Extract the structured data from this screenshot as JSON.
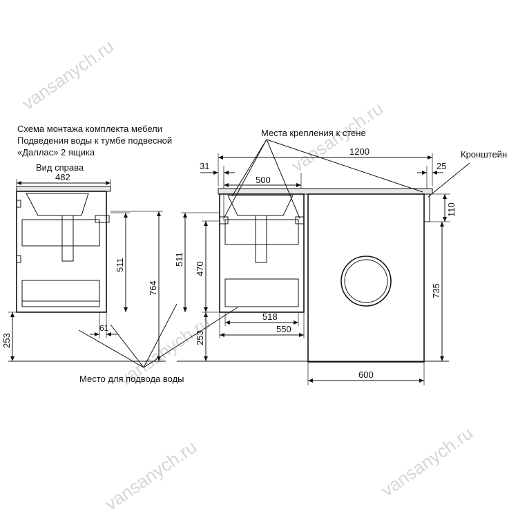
{
  "watermark": "vansanych.ru",
  "title_lines": [
    "Схема монтажа комплекта мебели",
    "Подведения воды к тумбе подвесной",
    "«Даллас» 2 ящика"
  ],
  "labels": {
    "side_view": "Вид справа",
    "mount_points": "Места крепления к стене",
    "bracket": "Кронштейн",
    "water_inlet": "Место для подвода воды"
  },
  "dimensions": {
    "side_width": "482",
    "side_h511": "511",
    "side_h764": "764",
    "side_61": "61",
    "side_253": "253",
    "front_31": "31",
    "front_1200": "1200",
    "front_25": "25",
    "front_500": "500",
    "front_110": "110",
    "front_511": "511",
    "front_470": "470",
    "front_253": "253",
    "front_518": "518",
    "front_550": "550",
    "front_735": "735",
    "front_600": "600"
  }
}
